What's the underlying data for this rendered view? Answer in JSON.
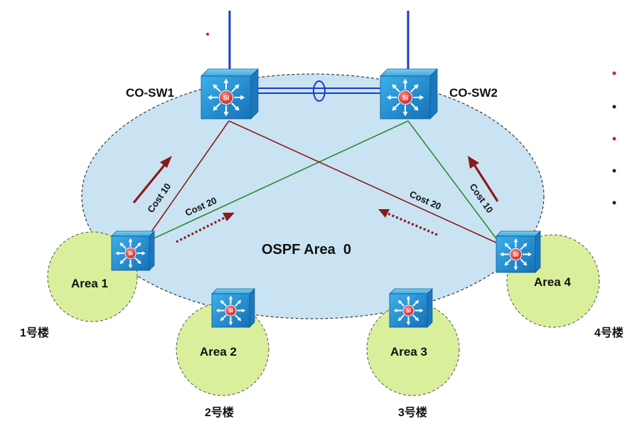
{
  "diagram": {
    "core_switches": [
      {
        "id": "sw1",
        "label": "CO-SW1"
      },
      {
        "id": "sw2",
        "label": "CO-SW2"
      }
    ],
    "access_switches": [
      {
        "id": "d1",
        "area_label": "Area 1",
        "building": "1号楼"
      },
      {
        "id": "d2",
        "area_label": "Area 2",
        "building": "2号楼"
      },
      {
        "id": "d3",
        "area_label": "Area 3",
        "building": "3号楼"
      },
      {
        "id": "d4",
        "area_label": "Area 4",
        "building": "4号楼"
      }
    ],
    "backbone_label": "OSPF Area  0",
    "switch_badge": "Si",
    "link_costs": {
      "d1_to_sw1": "Cost 10",
      "d1_to_sw2": "Cost 20",
      "d4_to_sw1": "Cost 20",
      "d4_to_sw2": "Cost 10"
    },
    "colors": {
      "backbone_fill": "#c9e3f3",
      "area_fill": "#d9ef9c",
      "switch_blue": "#2f9cd8",
      "link_red": "#8b1a1a",
      "link_green": "#2e8b2e",
      "trunk_blue": "#1a3cc8",
      "bullet_red": "#d42020"
    }
  }
}
